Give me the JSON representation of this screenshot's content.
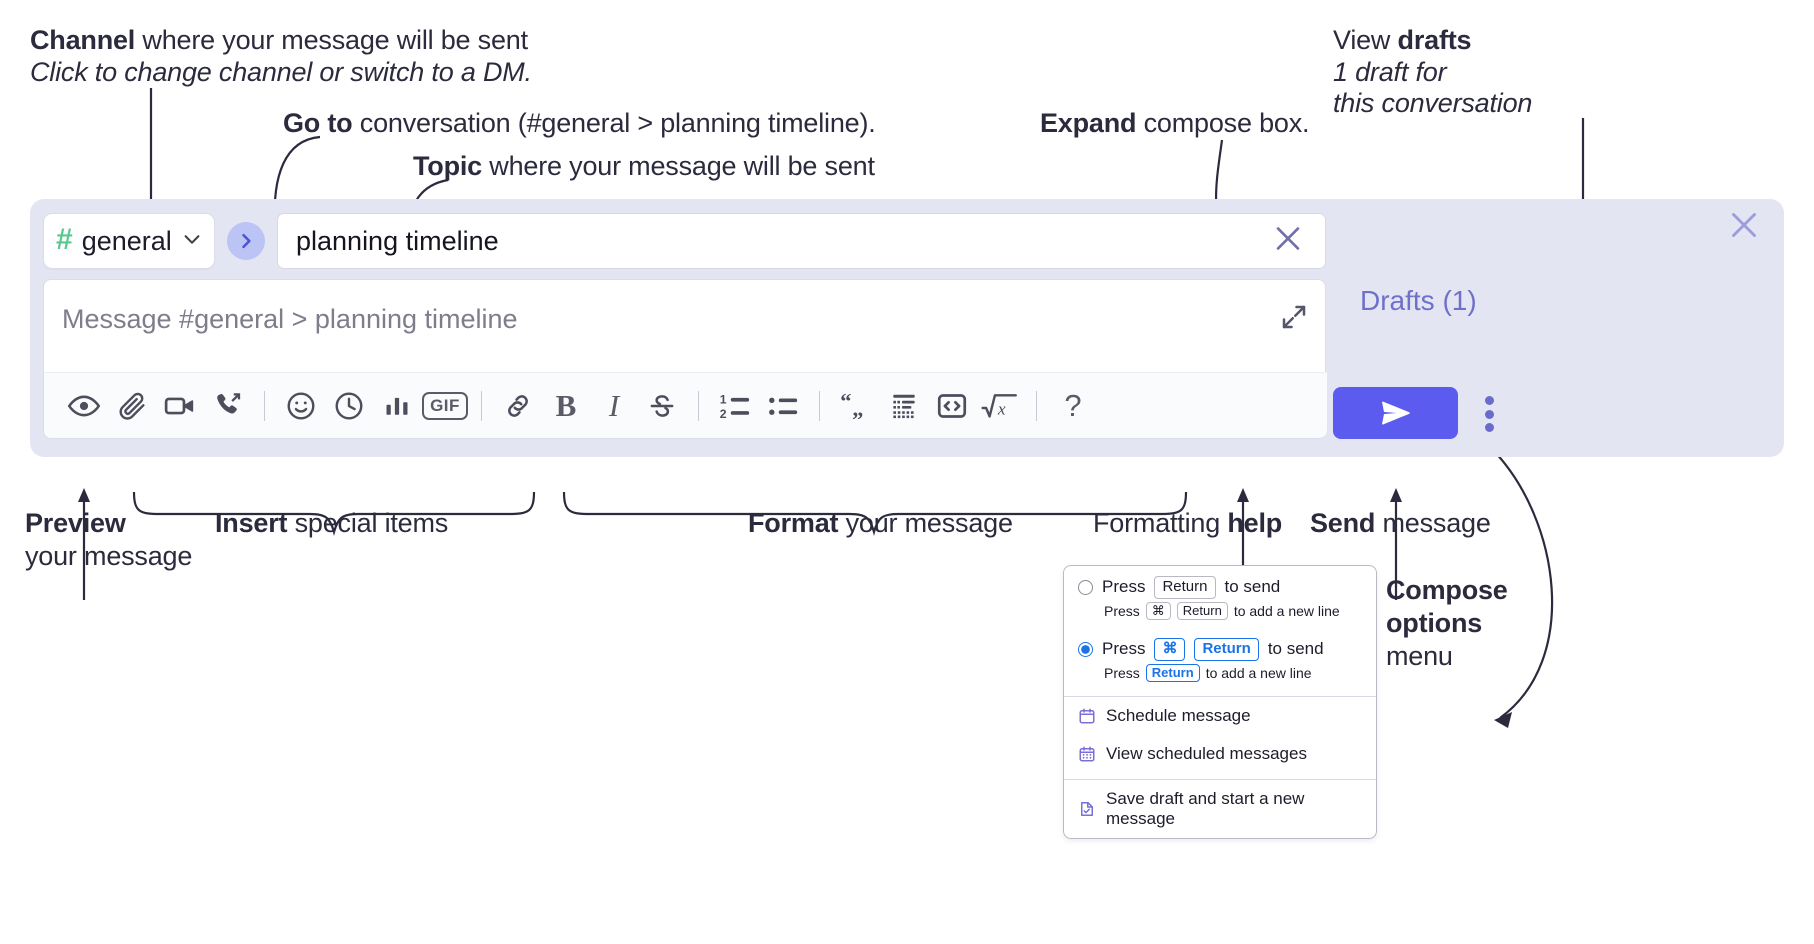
{
  "annotations": {
    "channel_title_bold": "Channel",
    "channel_title_rest": " where your message will be sent",
    "channel_sub": "Click to change channel or switch to a DM.",
    "goto_bold": "Go to",
    "goto_rest": " conversation (#general > planning timeline).",
    "topic_bold": "Topic",
    "topic_rest": " where your message will be sent",
    "expand_bold": "Expand",
    "expand_rest": " compose box.",
    "drafts_bold_pre": "View ",
    "drafts_bold": "drafts",
    "drafts_sub_l1": "1 draft for",
    "drafts_sub_l2": "this conversation",
    "preview_bold": "Preview",
    "preview_l2": "your message",
    "insert_bold": "Insert",
    "insert_rest": " special items",
    "format_bold": "Format",
    "format_rest": " your message",
    "help_pre": "Formatting ",
    "help_bold": "help",
    "send_bold": "Send",
    "send_rest": " message",
    "compose_opt_l1": "Compose",
    "compose_opt_l2": "options",
    "compose_opt_l3": "menu"
  },
  "compose": {
    "channel": {
      "name": "general",
      "hash_icon": "hash-icon",
      "chevron_icon": "chevron-down-icon"
    },
    "goto_icon": "chevron-right-icon",
    "topic": {
      "value": "planning timeline",
      "clear_icon": "close-icon"
    },
    "message": {
      "placeholder": "Message #general > planning timeline",
      "value": ""
    },
    "expand_icon": "expand-icon",
    "drafts_label": "Drafts (1)",
    "close_icon": "close-icon",
    "send_icon": "send-icon",
    "kebab_icon": "kebab-vertical-icon",
    "toolbar": [
      {
        "name": "preview-button",
        "icon": "eye-icon",
        "label": "Preview"
      },
      {
        "name": "attach-button",
        "icon": "paperclip-icon",
        "label": "Attach file"
      },
      {
        "name": "video-button",
        "icon": "video-camera-icon",
        "label": "Record video clip"
      },
      {
        "name": "audio-button",
        "icon": "phone-forward-icon",
        "label": "Record audio clip"
      },
      {
        "name": "separator",
        "icon": "divider",
        "label": ""
      },
      {
        "name": "emoji-button",
        "icon": "emoji-icon",
        "label": "Emoji"
      },
      {
        "name": "reminder-button",
        "icon": "clock-icon",
        "label": "Reminder"
      },
      {
        "name": "poll-button",
        "icon": "bar-chart-icon",
        "label": "Poll"
      },
      {
        "name": "gif-button",
        "icon": "gif-icon",
        "label": "GIF"
      },
      {
        "name": "separator",
        "icon": "divider",
        "label": ""
      },
      {
        "name": "link-button",
        "icon": "link-icon",
        "label": "Link"
      },
      {
        "name": "bold-button",
        "icon": "bold-icon",
        "label": "B"
      },
      {
        "name": "italic-button",
        "icon": "italic-icon",
        "label": "I"
      },
      {
        "name": "strikethrough-button",
        "icon": "strikethrough-icon",
        "label": "S"
      },
      {
        "name": "separator",
        "icon": "divider",
        "label": ""
      },
      {
        "name": "ordered-list-button",
        "icon": "numbered-list-icon",
        "label": "Ordered list"
      },
      {
        "name": "bullet-list-button",
        "icon": "bullet-list-icon",
        "label": "Bulleted list"
      },
      {
        "name": "separator",
        "icon": "divider",
        "label": ""
      },
      {
        "name": "quote-button",
        "icon": "blockquote-icon",
        "label": "Quote"
      },
      {
        "name": "code-block-button",
        "icon": "code-block-icon",
        "label": "Code block"
      },
      {
        "name": "code-button",
        "icon": "code-inline-icon",
        "label": "Code"
      },
      {
        "name": "math-button",
        "icon": "math-sqrt-icon",
        "label": "Math"
      },
      {
        "name": "separator",
        "icon": "divider",
        "label": ""
      },
      {
        "name": "formatting-help-button",
        "icon": "question-icon",
        "label": "?"
      }
    ]
  },
  "options_menu": {
    "radios": [
      {
        "selected": false,
        "press": "Press",
        "keys": [
          "Return"
        ],
        "to_send": "to send",
        "sub_press": "Press",
        "sub_keys": [
          "⌘",
          "Return"
        ],
        "sub_tail": "to add a new line"
      },
      {
        "selected": true,
        "press": "Press",
        "keys": [
          "⌘",
          "Return"
        ],
        "to_send": "to send",
        "sub_press": "Press",
        "sub_keys": [
          "Return"
        ],
        "sub_tail": "to add a new line"
      }
    ],
    "items": [
      {
        "icon": "calendar-icon",
        "label": "Schedule message"
      },
      {
        "icon": "calendar-grid-icon",
        "label": "View scheduled messages"
      },
      {
        "icon": "document-check-icon",
        "label": "Save draft and start a new message"
      }
    ]
  },
  "colors": {
    "widget_bg": "#e3e5f3",
    "send_button": "#5b5bf0",
    "hash_green": "#5bc98f",
    "goto_circle": "#bcc3f5",
    "drafts_text": "#6f70c9",
    "menu_icon_purple": "#7a6fd6",
    "radio_blue": "#1a73e8"
  }
}
